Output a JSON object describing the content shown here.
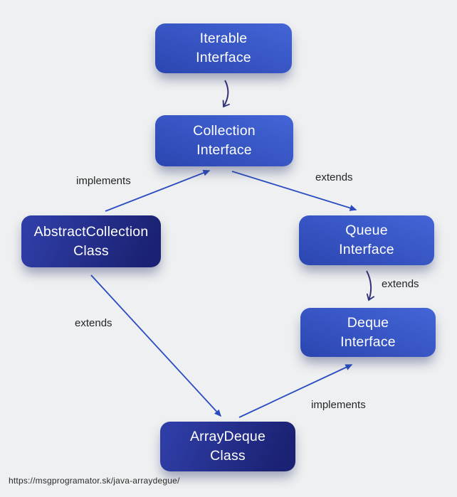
{
  "page": {
    "source_url": "https://msgprogramator.sk/java-arraydegue/"
  },
  "colors": {
    "interface_box_light": "#4465d7",
    "interface_box_dark": "#2b46b0",
    "class_box_light": "#2f3da6",
    "class_box_dark": "#1b2273",
    "straight_arrow": "#2b4cc0",
    "curved_arrow": "#32327a",
    "box_text": "#ffffff",
    "label_text": "#262626",
    "page_bg": "#eef0f1"
  },
  "nodes": [
    {
      "id": "iterable-interface",
      "line1": "Iterable",
      "line2": "Interface",
      "kind": "interface"
    },
    {
      "id": "collection-interface",
      "line1": "Collection",
      "line2": "Interface",
      "kind": "interface"
    },
    {
      "id": "abstractcollection-class",
      "line1": "AbstractCollection",
      "line2": "Class",
      "kind": "class"
    },
    {
      "id": "queue-interface",
      "line1": "Queue",
      "line2": "Interface",
      "kind": "interface"
    },
    {
      "id": "deque-interface",
      "line1": "Deque",
      "line2": "Interface",
      "kind": "interface"
    },
    {
      "id": "arraydeque-class",
      "line1": "ArrayDeque",
      "line2": "Class",
      "kind": "class"
    }
  ],
  "edge_labels": [
    {
      "id": "implements-abstractcollection-to-collection",
      "label": "implements"
    },
    {
      "id": "extends-collection-to-queue",
      "label": "extends"
    },
    {
      "id": "extends-queue-to-deque",
      "label": "extends"
    },
    {
      "id": "extends-abstractcollection-to-arraydeque",
      "label": "extends"
    },
    {
      "id": "implements-arraydeque-to-deque",
      "label": "implements"
    }
  ]
}
